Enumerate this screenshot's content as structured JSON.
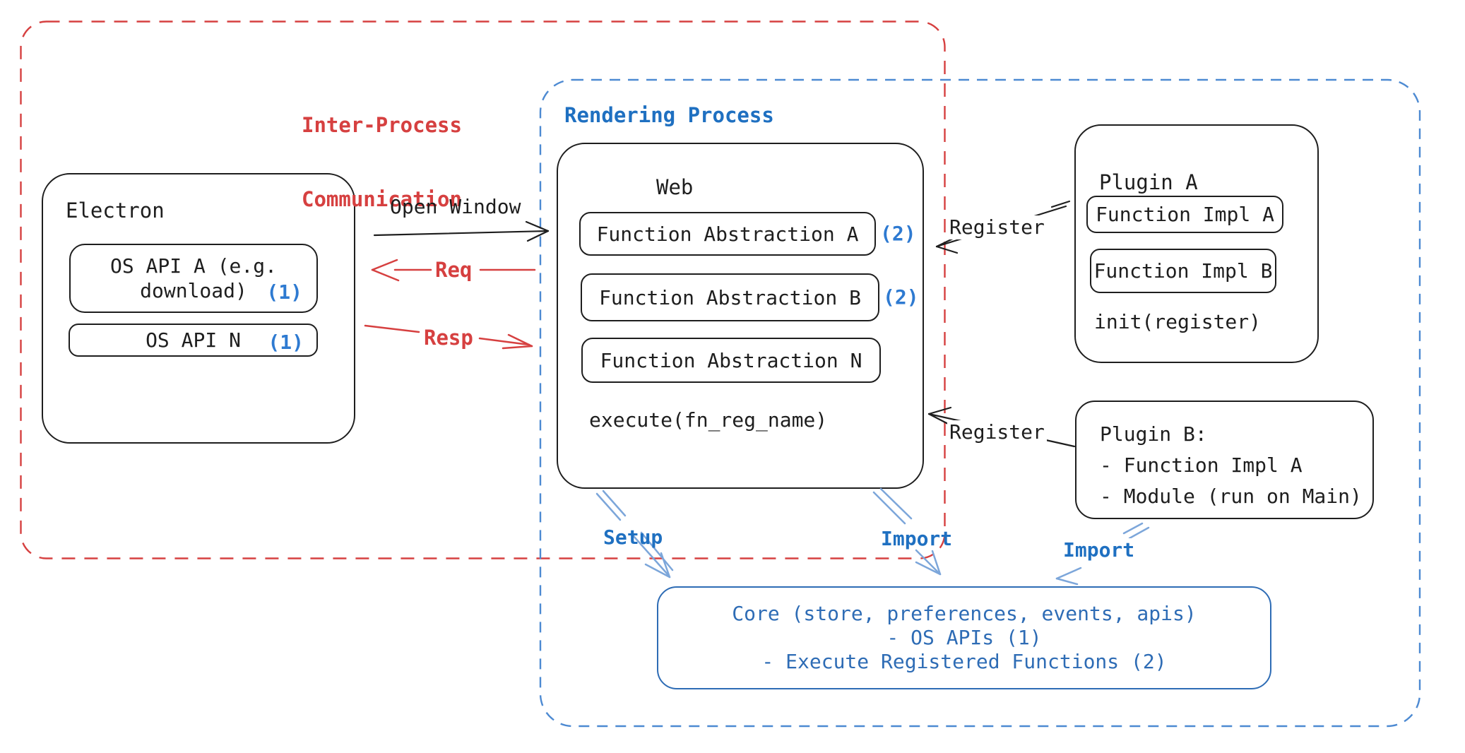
{
  "regions": {
    "ipc": {
      "label_line1": "Inter-Process",
      "label_line2": "Communication"
    },
    "rendering": {
      "label": "Rendering Process"
    }
  },
  "electron": {
    "title": "Electron",
    "os_api_a": {
      "line1": "OS API A (e.g.",
      "line2": "download)",
      "marker": "(1)"
    },
    "os_api_n": {
      "label": "OS API N",
      "marker": "(1)"
    }
  },
  "web": {
    "title": "Web",
    "fa_a": "Function Abstraction A",
    "fa_a_marker": "(2)",
    "fa_b": "Function Abstraction B",
    "fa_b_marker": "(2)",
    "fa_n": "Function Abstraction N",
    "execute": "execute(fn_reg_name)"
  },
  "plugin_a": {
    "title": "Plugin A",
    "impl_a": "Function Impl A",
    "impl_b": "Function Impl B",
    "init": "init(register)"
  },
  "plugin_b": {
    "title": "Plugin B:",
    "item1": "- Function Impl A",
    "item2": "- Module (run on Main)"
  },
  "core": {
    "line1": "Core (store, preferences, events, apis)",
    "line2": "- OS APIs (1)",
    "line3": "- Execute Registered Functions (2)"
  },
  "arrows": {
    "open_window": "Open Window",
    "req": "Req",
    "resp": "Resp",
    "register_top": "Register",
    "register_bottom": "Register",
    "setup": "Setup",
    "import_center": "Import",
    "import_right": "Import"
  },
  "colors": {
    "ink": "#1e1e1e",
    "red": "#d64040",
    "blue": "#1f70c1",
    "marker_blue": "#2e7ad1",
    "arrow_blue": "#7ca6da",
    "core_blue": "#2e6cb5",
    "dashed_blue": "#4d8ad2"
  }
}
